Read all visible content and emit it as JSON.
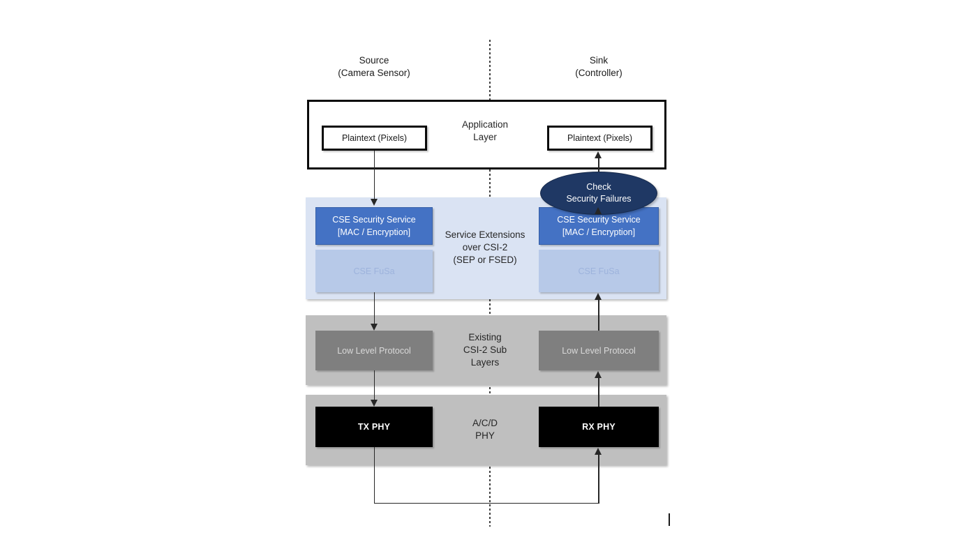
{
  "header": {
    "source_label": [
      "Source",
      "(Camera Sensor)"
    ],
    "sink_label": [
      "Sink",
      "(Controller)"
    ]
  },
  "application_layer": {
    "title": [
      "Application",
      "Layer"
    ],
    "source_box": "Plaintext (Pixels)",
    "sink_box": "Plaintext (Pixels)"
  },
  "check_ellipse": {
    "title": [
      "Check",
      "Security Failures"
    ]
  },
  "service_extensions_layer": {
    "title": [
      "Service Extensions",
      "over CSI-2",
      "(SEP or FSED)"
    ],
    "source_security_box": [
      "CSE Security Service",
      "[MAC / Encryption]"
    ],
    "sink_security_box": [
      "CSE Security Service",
      "[MAC / Encryption]"
    ],
    "source_fusa_box": "CSE FuSa",
    "sink_fusa_box": "CSE FuSa"
  },
  "csi2_sub_layer": {
    "title": [
      "Existing",
      "CSI-2 Sub",
      "Layers"
    ],
    "source_box": "Low Level Protocol",
    "sink_box": "Low Level Protocol"
  },
  "phy_layer": {
    "title": [
      "A/C/D",
      "PHY"
    ],
    "source_box": "TX PHY",
    "sink_box": "RX PHY"
  },
  "colors": {
    "security_service_box": "#4472C4",
    "fusa_box": "#B7C9E8",
    "fusa_text": "#9DB3DC",
    "service_band": "#DAE3F3",
    "gray_band": "#BFBFBF",
    "low_level_box": "#7F7F7F",
    "low_level_text": "#D9D9D9",
    "phy_box": "#000000",
    "ellipse_fill": "#1F3864",
    "arrow": "#262626"
  }
}
